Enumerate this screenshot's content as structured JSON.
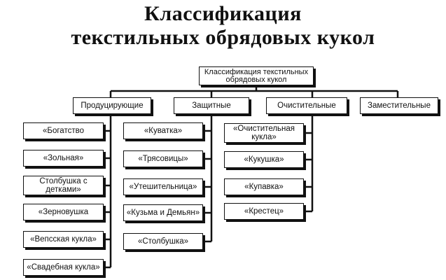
{
  "title": {
    "line1": "Классификация",
    "line2": "текстильных обрядовых кукол"
  },
  "diagram": {
    "root": "Классификация текстильных обрядовых кукол",
    "categories": [
      {
        "label": "Продуцирующие",
        "items": [
          "«Богатство",
          "«Зольная»",
          "Столбушка с детками»",
          "«Зерновушка",
          "«Вепсская кукла»",
          "«Свадебная кукла»"
        ]
      },
      {
        "label": "Защитные",
        "items": [
          "«Куватка»",
          "«Трясовицы»",
          "«Утешительница»",
          "«Кузьма и Демьян»",
          "«Столбушка»"
        ]
      },
      {
        "label": "Очистительные",
        "items": [
          "«Очистительная кукла»",
          "«Кукушка»",
          "«Купавка»",
          "«Крестец»"
        ]
      },
      {
        "label": "Заместительные",
        "items": []
      }
    ]
  }
}
